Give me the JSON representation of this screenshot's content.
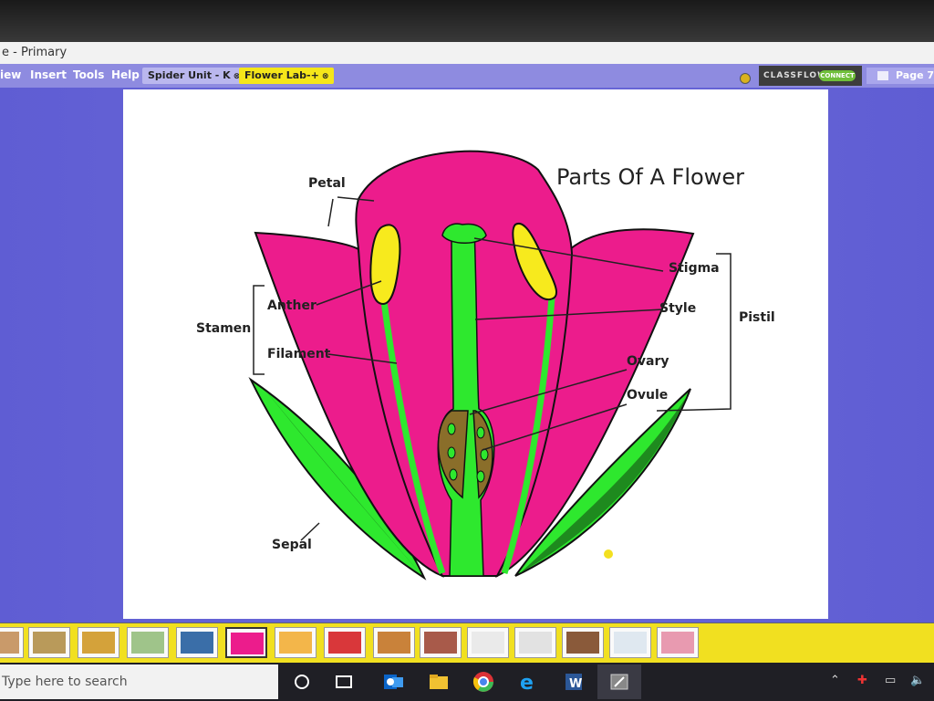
{
  "window": {
    "title": "e - Primary"
  },
  "menu": {
    "items": [
      "iew",
      "Insert",
      "Tools",
      "Help"
    ]
  },
  "tabs": [
    {
      "label": "Spider Unit - K",
      "close": "⊗"
    },
    {
      "label": "Flower Lab-+",
      "close": "⊗"
    }
  ],
  "toolbar": {
    "classflow": "CLASSFLOW",
    "connect": "CONNECT",
    "page_label": "Page 7"
  },
  "diagram": {
    "title": "Parts Of A Flower",
    "labels": {
      "petal": "Petal",
      "stigma": "Stigma",
      "style": "Style",
      "pistil": "Pistil",
      "ovary": "Ovary",
      "ovule": "Ovule",
      "anther": "Anther",
      "stamen": "Stamen",
      "filament": "Filament",
      "sepal": "Sepal"
    },
    "colors": {
      "petal": "#ec1c8c",
      "stem": "#2ee82e",
      "sepal_dark": "#1e8a1e",
      "anther": "#f7ea1d",
      "ovule": "#8a6e2a"
    }
  },
  "taskbar": {
    "search_placeholder": "Type here to search"
  }
}
